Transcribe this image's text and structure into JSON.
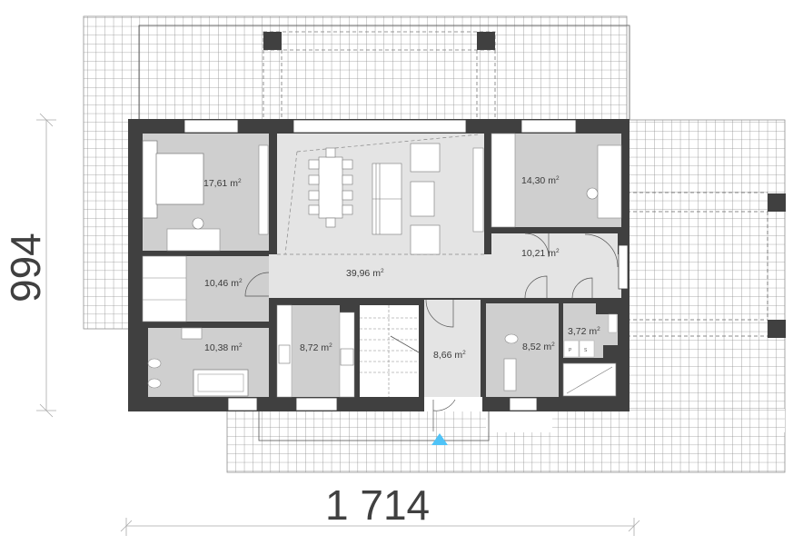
{
  "plan": {
    "colors": {
      "wall": "#404040",
      "room_dark": "#c8c8c8",
      "room_light": "#e3e3e3",
      "grid_line": "#8a8a8a",
      "entrance_marker": "#4fc3f7"
    },
    "dimensions": {
      "width_label": "1 714",
      "height_label": "994"
    },
    "rooms": [
      {
        "id": "bedroom-1",
        "area": "17,61",
        "unit": "m",
        "exp": "2"
      },
      {
        "id": "living-dining",
        "area": "39,96",
        "unit": "m",
        "exp": "2"
      },
      {
        "id": "bedroom-2",
        "area": "14,30",
        "unit": "m",
        "exp": "2"
      },
      {
        "id": "hallway",
        "area": "10,21",
        "unit": "m",
        "exp": "2"
      },
      {
        "id": "wardrobe",
        "area": "10,46",
        "unit": "m",
        "exp": "2"
      },
      {
        "id": "bathroom",
        "area": "10,38",
        "unit": "m",
        "exp": "2"
      },
      {
        "id": "kitchen",
        "area": "8,72",
        "unit": "m",
        "exp": "2"
      },
      {
        "id": "vestibule",
        "area": "8,66",
        "unit": "m",
        "exp": "2"
      },
      {
        "id": "wc",
        "area": "8,52",
        "unit": "m",
        "exp": "2"
      },
      {
        "id": "laundry",
        "area": "3,72",
        "unit": "m",
        "exp": "2"
      }
    ],
    "appliance_labels": {
      "washer": "P",
      "dryer": "S"
    }
  }
}
